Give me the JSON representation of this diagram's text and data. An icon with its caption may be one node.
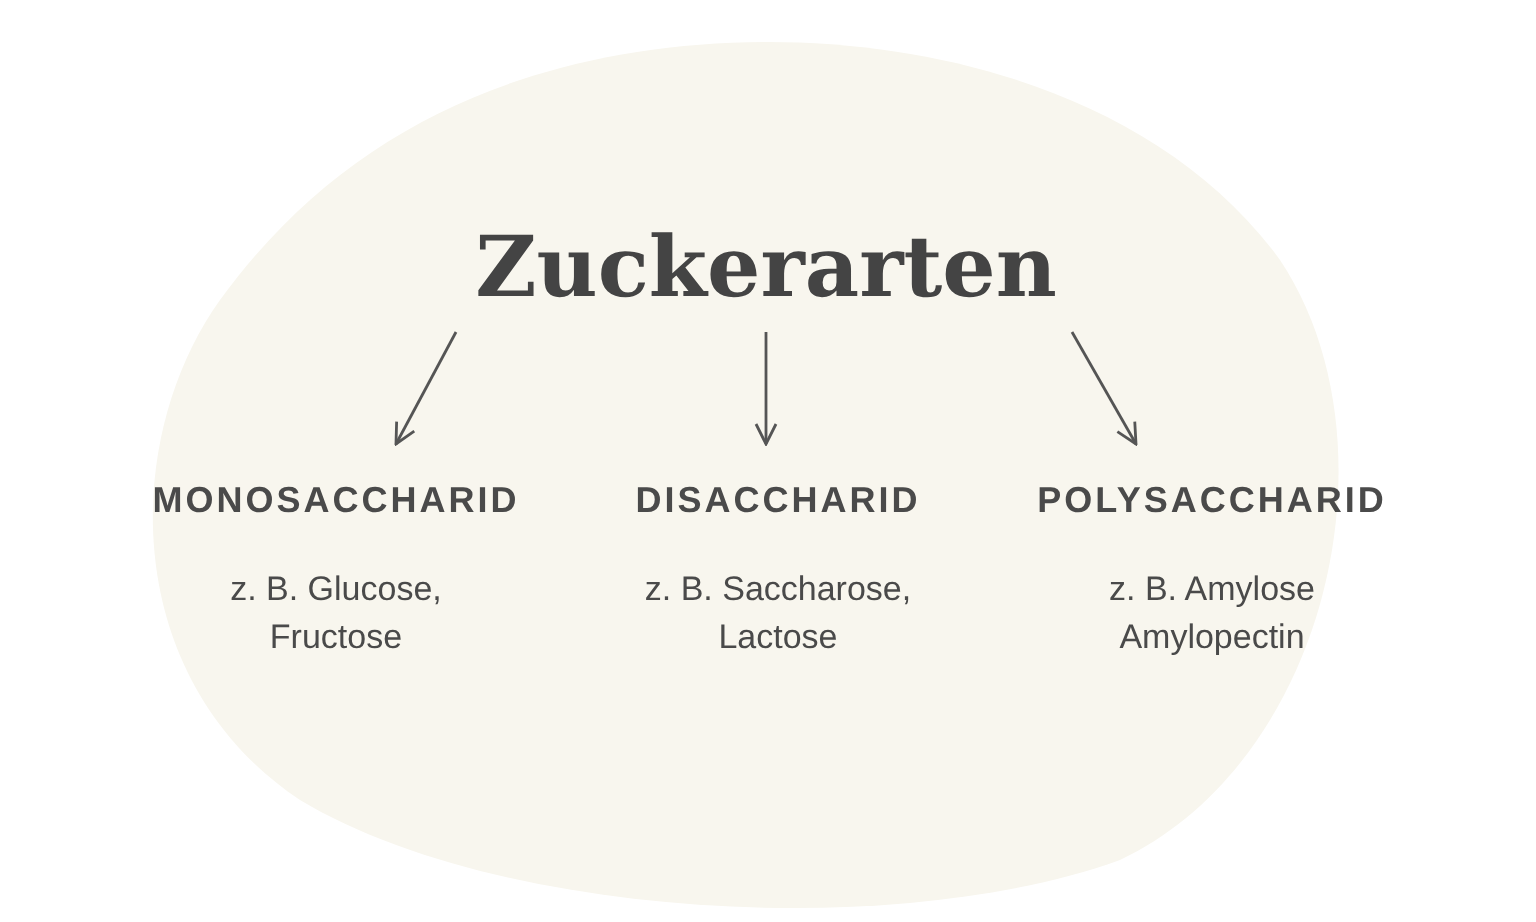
{
  "diagram": {
    "nodes": [
      {
        "text": [
          "Zuckerarten"
        ]
      },
      {
        "text": [
          "MONOSACCHARID",
          "z. B. Glucose, Fructose"
        ]
      },
      {
        "text": [
          "DISACCHARID",
          "z. B. Saccharose, Lactose"
        ]
      },
      {
        "text": [
          "POLYSACCHARID",
          "z. B. Amylose Amylopectin"
        ]
      }
    ],
    "edges": [
      {
        "from": 0,
        "to": 1,
        "arrow": "to"
      },
      {
        "from": 0,
        "to": 2,
        "arrow": "to"
      },
      {
        "from": 0,
        "to": 3,
        "arrow": "to"
      }
    ]
  }
}
